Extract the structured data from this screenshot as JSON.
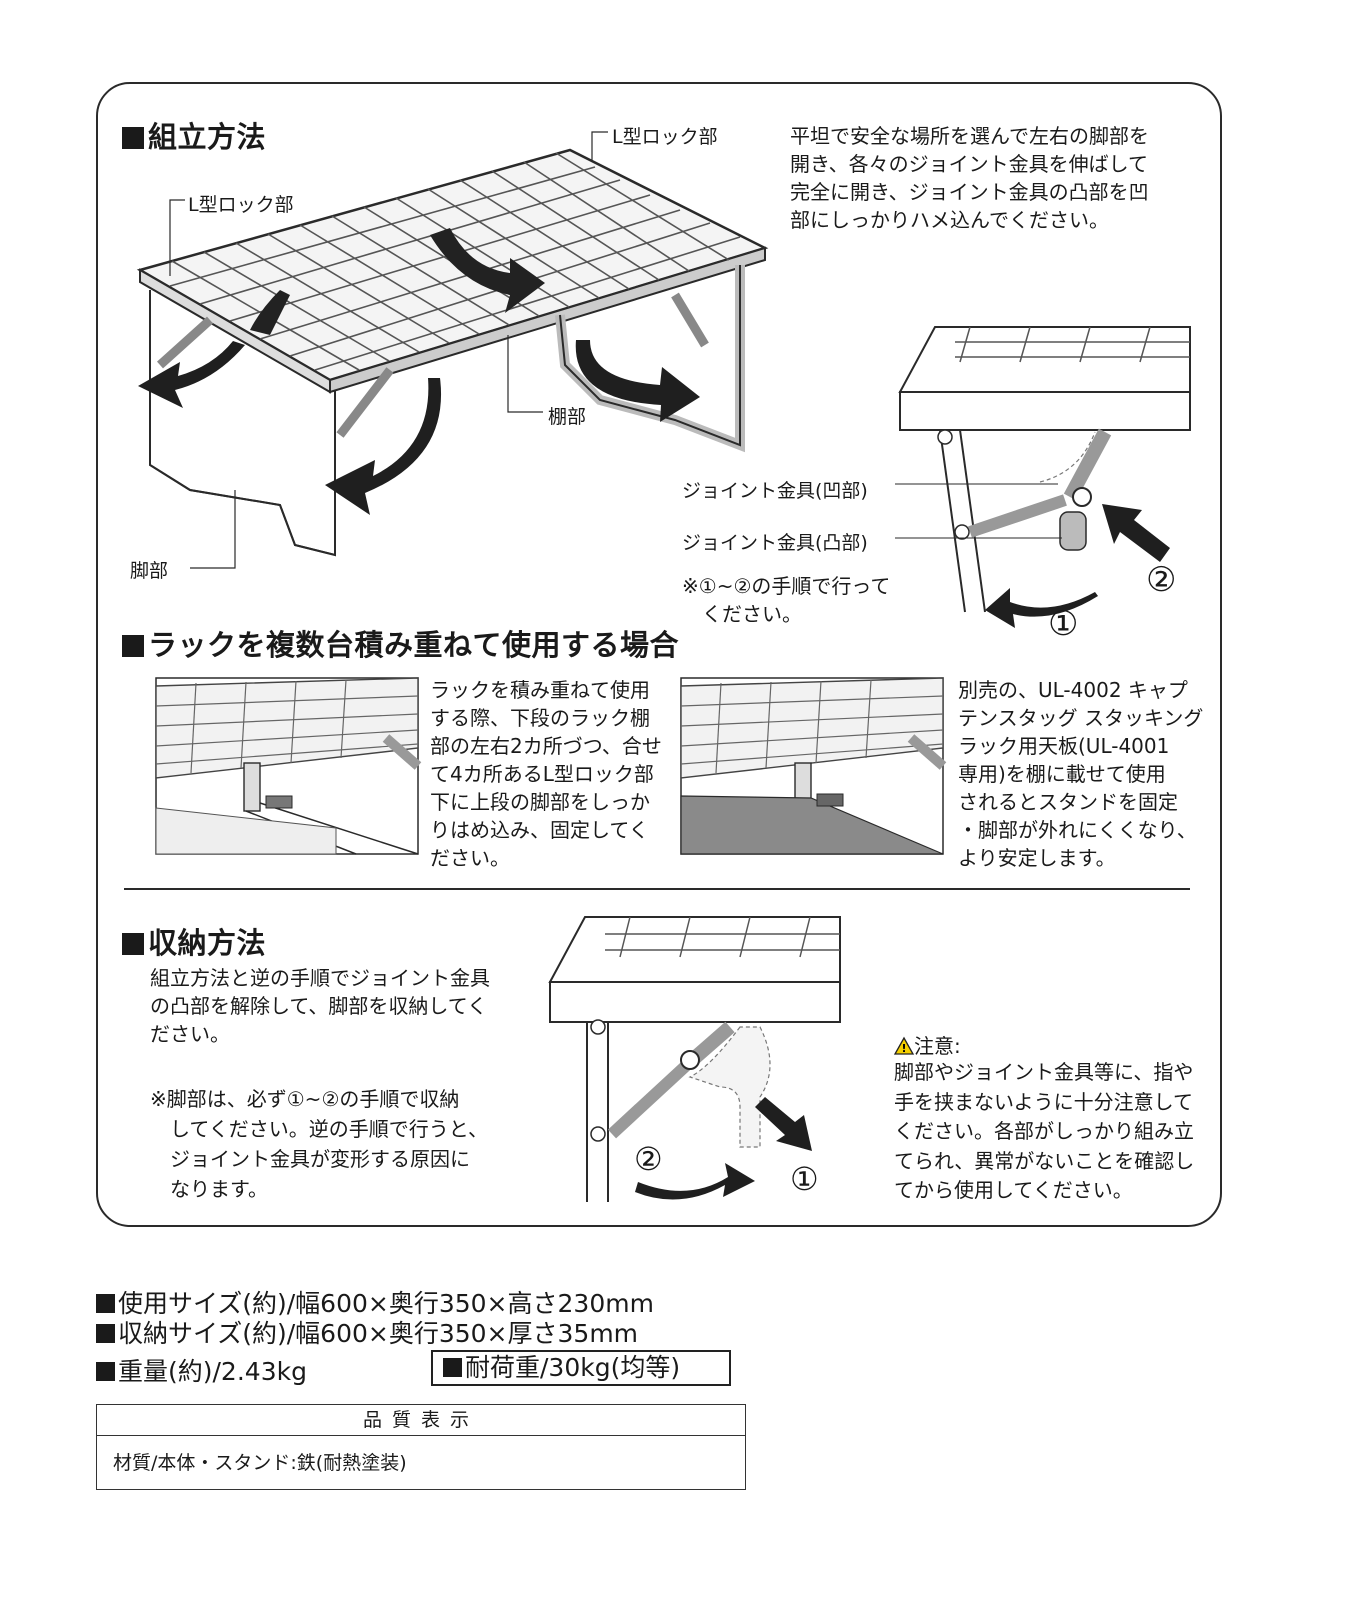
{
  "assembly": {
    "heading": "組立方法",
    "callout_lock_top": "L型ロック部",
    "callout_lock_left": "L型ロック部",
    "callout_shelf": "棚部",
    "callout_leg": "脚部",
    "instructions": "平坦で安全な場所を選んで左右の脚部を\n開き、各々のジョイント金具を伸ばして\n完全に開き、ジョイント金具の凸部を凹\n部にしっかりハメ込んでください。",
    "joint_concave": "ジョイント金具(凹部)",
    "joint_convex": "ジョイント金具(凸部)",
    "order_note": "※①~②の手順で行って\n　ください。",
    "step1": "①",
    "step2": "②"
  },
  "stacking": {
    "heading": "ラックを複数台積み重ねて使用する場合",
    "text_left": "ラックを積み重ねて使用\nする際、下段のラック棚\n部の左右2カ所づつ、合せ\nて4カ所あるL型ロック部\n下に上段の脚部をしっか\nりはめ込み、固定してく\nださい。",
    "text_right": "別売の、UL-4002 キャプ\nテンスタッグ スタッキング\nラック用天板(UL-4001\n専用)を棚に載せて使用\nされるとスタンドを固定\n・脚部が外れにくくなり、\nより安定します。"
  },
  "storage": {
    "heading": "収納方法",
    "text": "組立方法と逆の手順でジョイント金具\nの凸部を解除して、脚部を収納してく\nださい。",
    "note": "※脚部は、必ず①~②の手順で収納\n　してください。逆の手順で行うと、\n　ジョイント金具が変形する原因に\n　なります。",
    "step1": "①",
    "step2": "②"
  },
  "caution": {
    "title": "注意:",
    "text": "脚部やジョイント金具等に、指や\n手を挟まないように十分注意して\nください。各部がしっかり組み立\nてられ、異常がないことを確認し\nてから使用してください。"
  },
  "specs": {
    "use_size": "使用サイズ(約)/幅600×奥行350×高さ230mm",
    "storage_size": "収納サイズ(約)/幅600×奥行350×厚さ35mm",
    "weight": "重量(約)/2.43kg",
    "load": "耐荷重/30kg(均等)"
  },
  "quality": {
    "header": "品質表示",
    "material": "材質/本体・スタンド:鉄(耐熱塗装)"
  }
}
